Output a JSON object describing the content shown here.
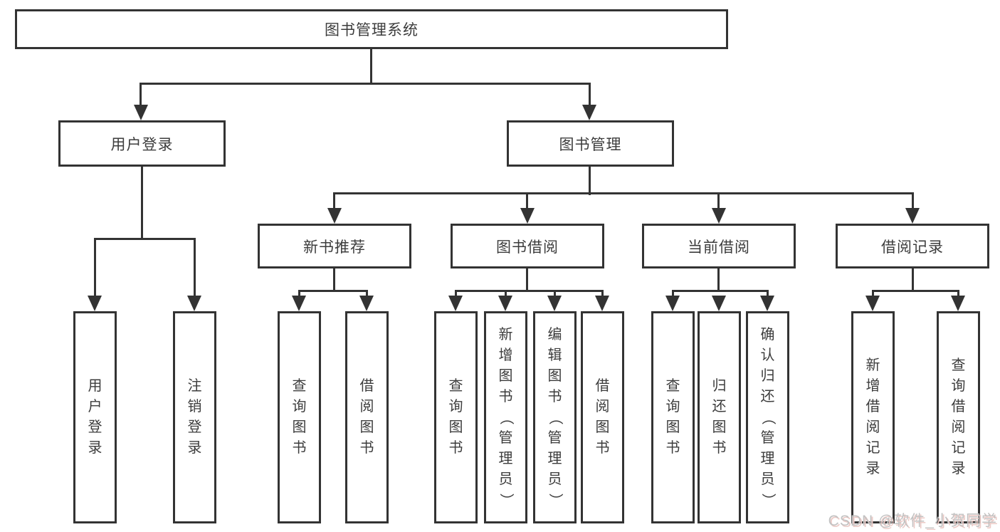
{
  "tree": {
    "root": {
      "label": "图书管理系统",
      "children": [
        {
          "label": "用户登录",
          "children": [
            {
              "label": "用户登录"
            },
            {
              "label": "注销登录"
            }
          ]
        },
        {
          "label": "图书管理",
          "children": [
            {
              "label": "新书推荐",
              "children": [
                {
                  "label": "查询图书"
                },
                {
                  "label": "借阅图书"
                }
              ]
            },
            {
              "label": "图书借阅",
              "children": [
                {
                  "label": "查询图书"
                },
                {
                  "label": "新增图书（管理员）"
                },
                {
                  "label": "编辑图书（管理员）"
                },
                {
                  "label": "借阅图书"
                }
              ]
            },
            {
              "label": "当前借阅",
              "children": [
                {
                  "label": "查询图书"
                },
                {
                  "label": "归还图书"
                },
                {
                  "label": "确认归还（管理员）"
                }
              ]
            },
            {
              "label": "借阅记录",
              "children": [
                {
                  "label": "新增借阅记录"
                },
                {
                  "label": "查询借阅记录"
                }
              ]
            }
          ]
        }
      ]
    }
  },
  "watermark": {
    "text": "CSDN @软件_小贺同学"
  },
  "colors": {
    "line": "#333333",
    "text": "#3c3c3c",
    "background": "#ffffff",
    "watermark": "#c2c2c2",
    "watermark_shadow": "#eccac6"
  }
}
